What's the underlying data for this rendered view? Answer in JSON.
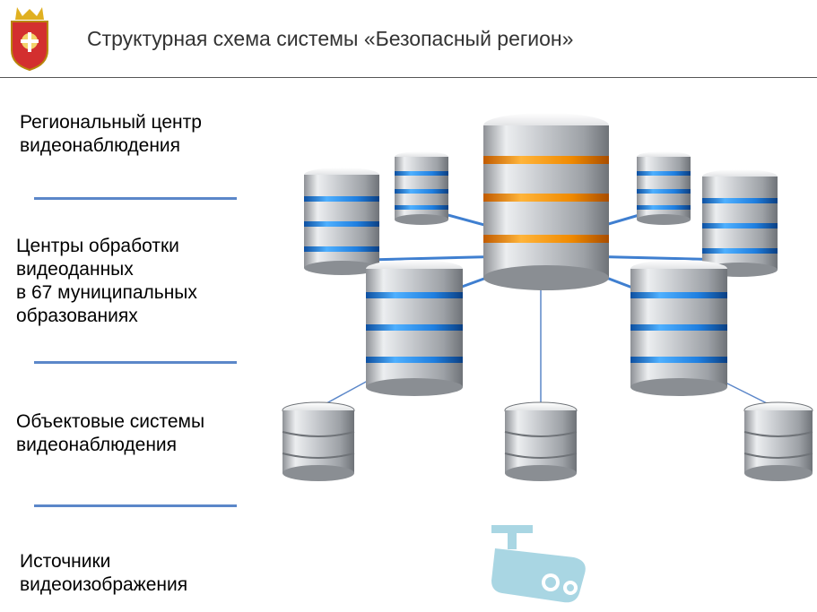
{
  "header": {
    "title": "Структурная схема системы «Безопасный регион»",
    "emblem_icon": "moscow-oblast-coat-of-arms-icon"
  },
  "levels": [
    {
      "text_lines": [
        "Региональный центр",
        "видеонаблюдения"
      ],
      "icon": "database-server-large-icon"
    },
    {
      "text_lines": [
        "Центры обработки",
        "видеоданных",
        "в 67 муниципальных",
        "образованиях"
      ],
      "icon": "database-server-icon"
    },
    {
      "text_lines": [
        "Объектовые системы",
        "видеонаблюдения"
      ],
      "icon": "database-small-icon"
    },
    {
      "text_lines": [
        "Источники",
        "видеоизображения"
      ],
      "icon": "cctv-camera-icon"
    }
  ],
  "colors": {
    "accent_blue": "#5b87c9",
    "central_band": "#f08a00",
    "node_band": "#1f7fe0",
    "header_rule": "#555555",
    "camera": "#a9d6e3"
  }
}
